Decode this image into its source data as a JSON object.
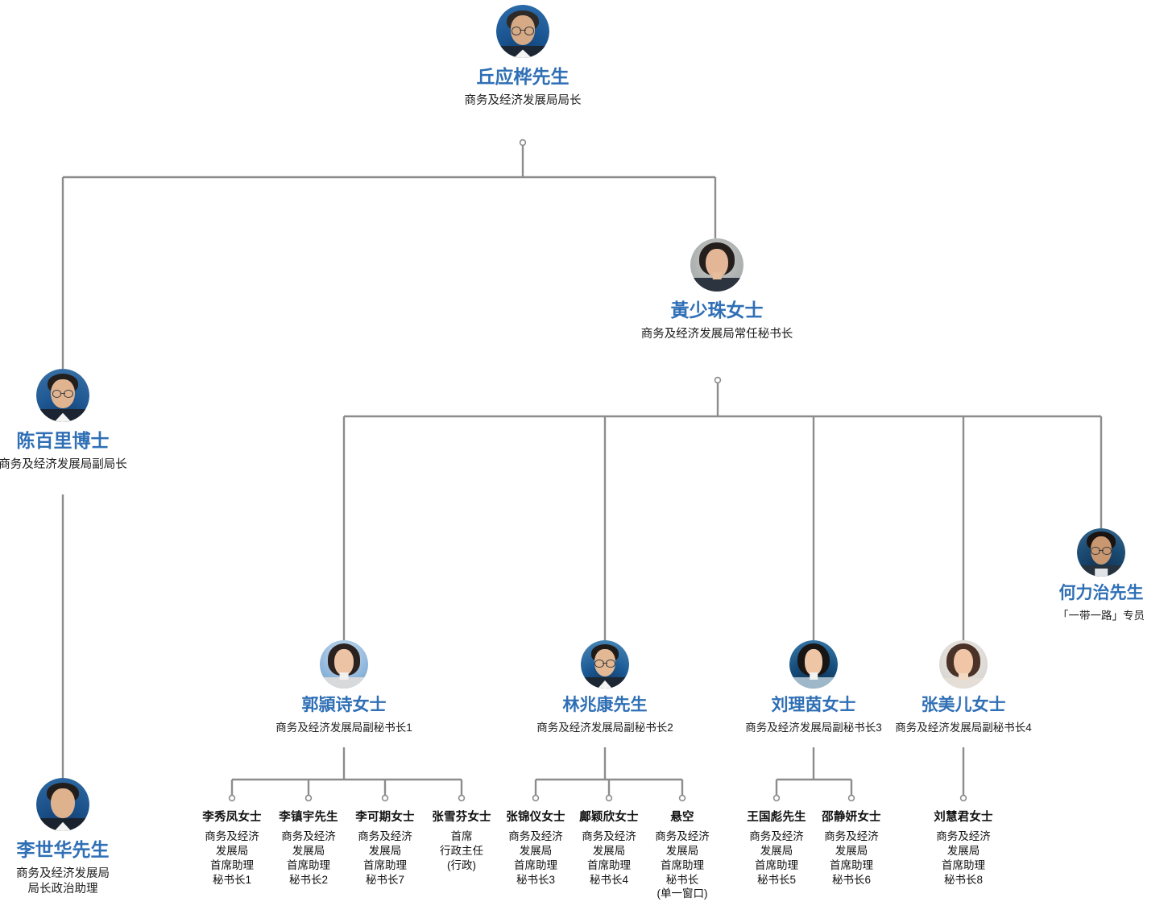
{
  "chart_type": "organization-chart",
  "palette": {
    "name_color": "#2f6fb5",
    "leaf_name_color": "#111111",
    "title_color": "#1c1c1c",
    "connector_color": "#8c8c8c",
    "background": "#ffffff"
  },
  "nodes": [
    {
      "id": "qiu-yinghua",
      "level": 1,
      "name": "丘应桦先生",
      "title_lines": [
        "商务及经济发展局局长"
      ],
      "avatar": "portrait-male-glasses"
    },
    {
      "id": "huang-shaozhu",
      "level": 2,
      "name": "黃少珠女士",
      "title_lines": [
        "商务及经济发展局常任秘书长"
      ],
      "avatar": "portrait-female"
    },
    {
      "id": "chen-baili",
      "level": 2,
      "name": "陈百里博士",
      "title_lines": [
        "商务及经济发展局副局长"
      ],
      "avatar": "portrait-male-glasses"
    },
    {
      "id": "li-shihua",
      "level": 2,
      "name": "李世华先生",
      "title_lines": [
        "商务及经济发展局",
        "局长政治助理"
      ],
      "avatar": "portrait-male"
    },
    {
      "id": "guo-yingshi",
      "level": 3,
      "name": "郭頴诗女士",
      "title_lines": [
        "商务及经济发展局副秘书长1"
      ],
      "avatar": "portrait-female"
    },
    {
      "id": "lin-zhaokang",
      "level": 3,
      "name": "林兆康先生",
      "title_lines": [
        "商务及经济发展局副秘书长2"
      ],
      "avatar": "portrait-male-glasses"
    },
    {
      "id": "liu-liyin",
      "level": 3,
      "name": "刘理茵女士",
      "title_lines": [
        "商务及经济发展局副秘书长3"
      ],
      "avatar": "portrait-female"
    },
    {
      "id": "zhang-meier",
      "level": 3,
      "name": "张美儿女士",
      "title_lines": [
        "商务及经济发展局副秘书长4"
      ],
      "avatar": "portrait-female"
    },
    {
      "id": "he-lizhi",
      "level": 3,
      "name": "何力治先生",
      "title_lines": [
        "「一带一路」专员"
      ],
      "avatar": "portrait-male-glasses"
    },
    {
      "id": "li-xiufeng",
      "level": 4,
      "name": "李秀凤女士",
      "title_lines": [
        "商务及经济",
        "发展局",
        "首席助理",
        "秘书长1"
      ]
    },
    {
      "id": "li-zhenyu",
      "level": 4,
      "name": "李镇宇先生",
      "title_lines": [
        "商务及经济",
        "发展局",
        "首席助理",
        "秘书长2"
      ]
    },
    {
      "id": "li-keqi",
      "level": 4,
      "name": "李可期女士",
      "title_lines": [
        "商务及经济",
        "发展局",
        "首席助理",
        "秘书长7"
      ]
    },
    {
      "id": "zhang-xuefen",
      "level": 4,
      "name": "张雪芬女士",
      "title_lines": [
        "首席",
        "行政主任",
        "(行政)"
      ]
    },
    {
      "id": "zhang-jinyi",
      "level": 4,
      "name": "张锦仪女士",
      "title_lines": [
        "商务及经济",
        "发展局",
        "首席助理",
        "秘书长3"
      ]
    },
    {
      "id": "kuang-yingxin",
      "level": 4,
      "name": "鄺颖欣女士",
      "title_lines": [
        "商务及经济",
        "发展局",
        "首席助理",
        "秘书长4"
      ]
    },
    {
      "id": "vacant-single-window",
      "level": 4,
      "name": "悬空",
      "title_lines": [
        "商务及经济",
        "发展局",
        "首席助理",
        "秘书长",
        "(单一窗口)"
      ]
    },
    {
      "id": "wang-guobiao",
      "level": 4,
      "name": "王国彪先生",
      "title_lines": [
        "商务及经济",
        "发展局",
        "首席助理",
        "秘书长5"
      ]
    },
    {
      "id": "shao-jingyan",
      "level": 4,
      "name": "邵静妍女士",
      "title_lines": [
        "商务及经济",
        "发展局",
        "首席助理",
        "秘书长6"
      ]
    },
    {
      "id": "liu-huijun",
      "level": 4,
      "name": "刘慧君女士",
      "title_lines": [
        "商务及经济",
        "发展局",
        "首席助理",
        "秘书长8"
      ]
    }
  ]
}
